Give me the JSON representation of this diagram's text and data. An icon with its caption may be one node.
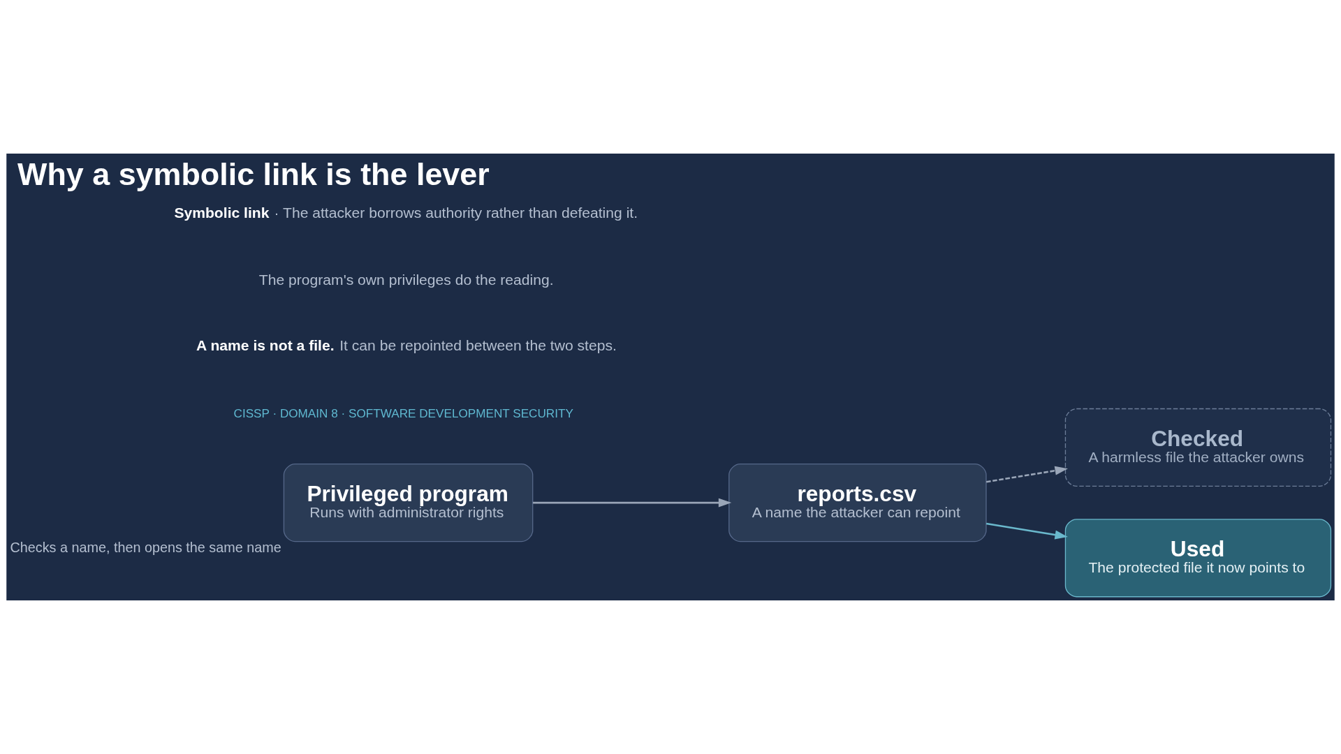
{
  "diagram": {
    "title": "Why a symbolic link is the lever",
    "nodes": [
      {
        "text": [
          "Privileged program",
          "Runs with administrator rights"
        ],
        "beside": [
          "Checks a name, then opens the same name"
        ]
      },
      {
        "text": [
          "reports.csv",
          "A name the attacker can repoint"
        ]
      },
      {
        "text": [
          "Checked",
          "A harmless file the attacker owns"
        ]
      },
      {
        "text": [
          "Used",
          "The protected file it now points to"
        ]
      }
    ],
    "edges": [
      {
        "from": 0,
        "to": 1,
        "arrow": "to"
      },
      {
        "from": 1,
        "to": 2,
        "arrow": "to",
        "style": "dashed"
      },
      {
        "from": 1,
        "to": 3,
        "arrow": "to",
        "color": "#6ab8cc"
      }
    ],
    "labels": [
      "CISSP · DOMAIN 8 · SOFTWARE DEVELOPMENT SECURITY",
      "**A name is not a file.** It can be repointed between the two steps.",
      "The program's own privileges do the reading.",
      "**Symbolic link** · The attacker borrows authority rather than defeating it."
    ]
  }
}
